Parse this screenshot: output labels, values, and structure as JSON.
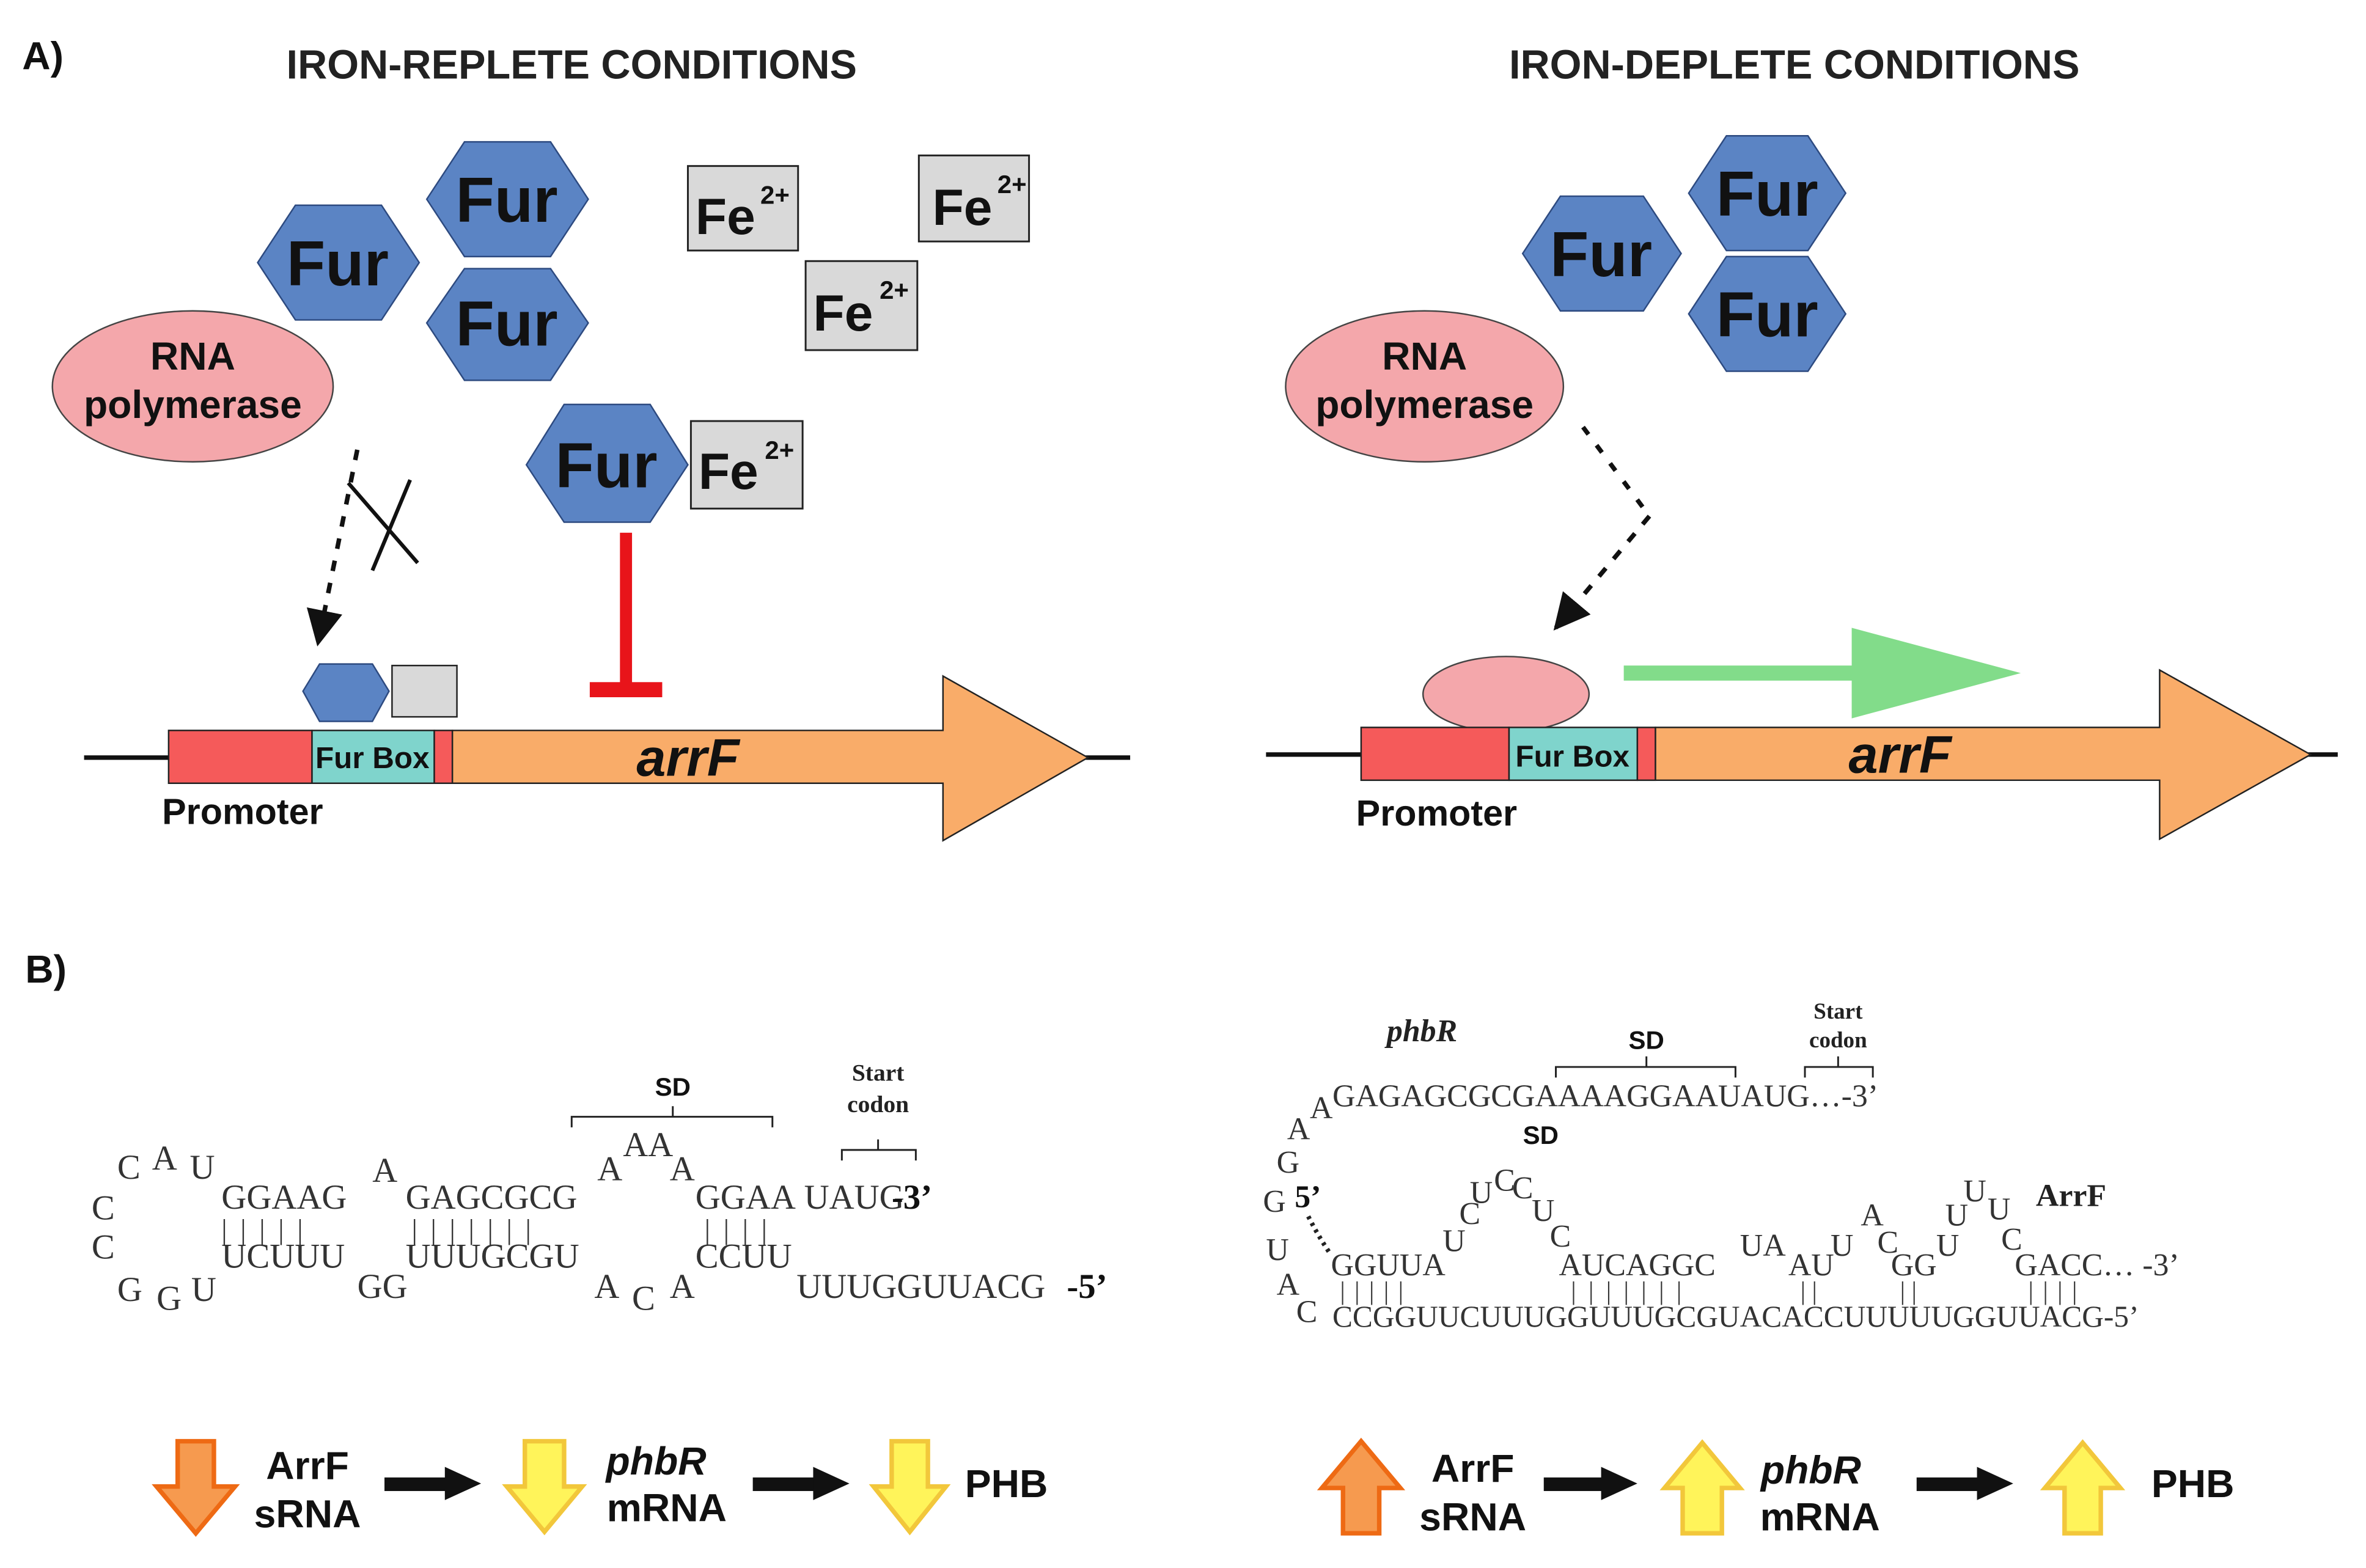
{
  "panel_a": {
    "label": "A)",
    "replete": {
      "title": "IRON-REPLETE CONDITIONS",
      "fur": "Fur",
      "fe": "Fe",
      "fe_charge": "2+",
      "rnap_line1": "RNA",
      "rnap_line2": "polymerase",
      "promoter": "Promoter",
      "fur_box": "Fur Box",
      "gene": "arrF"
    },
    "deplete": {
      "title": "IRON-DEPLETE CONDITIONS",
      "fur": "Fur",
      "rnap_line1": "RNA",
      "rnap_line2": "polymerase",
      "promoter": "Promoter",
      "fur_box": "Fur Box",
      "gene": "arrF"
    }
  },
  "panel_b": {
    "label": "B)",
    "left": {
      "sd": "SD",
      "start_line1": "Start",
      "start_line2": "codon",
      "top_3prime": "-3’",
      "bottom_5prime": "-5’",
      "flow": {
        "arrf_line1": "ArrF",
        "arrf_line2": "sRNA",
        "phbr_line1": "phbR",
        "phbr_line2": "mRNA",
        "phb": "PHB",
        "direction": "down"
      }
    },
    "right": {
      "phbr": "phbR",
      "sd_top": "SD",
      "sd_mid": "SD",
      "start_line1": "Start",
      "start_line2": "codon",
      "top_seq": "GAGAGCGCGAAAAGGAAUAUG…-3’",
      "arrf": "ArrF",
      "five_prime": "5’",
      "flow": {
        "arrf_line1": "ArrF",
        "arrf_line2": "sRNA",
        "phbr_line1": "phbR",
        "phbr_line2": "mRNA",
        "phb": "PHB",
        "direction": "up"
      }
    }
  },
  "colors": {
    "fur": "#5b84c4",
    "fe_box": "#d9d9d9",
    "rnap": "#f4a7ab",
    "promoter": "#f55a5a",
    "fur_box": "#7fd4cc",
    "gene": "#f9ac69",
    "repression": "#e8141a",
    "transcription": "#82dc8a",
    "orange_arrow": "#f69a4f",
    "yellow_arrow": "#fff45a"
  }
}
